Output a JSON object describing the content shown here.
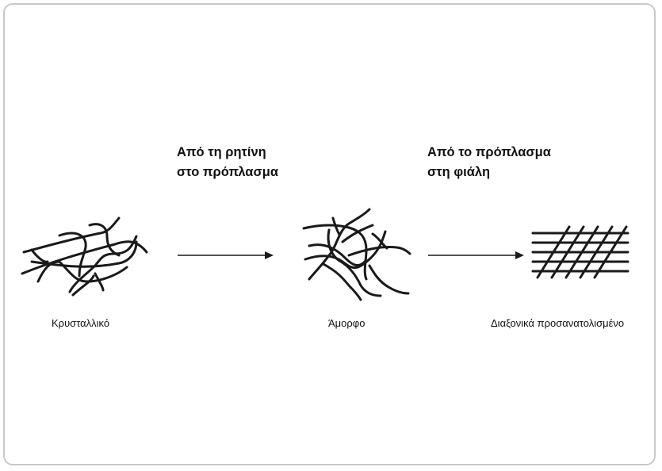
{
  "labels": {
    "step1_line1": "Από τη ρητίνη",
    "step1_line2": "στο πρόπλασμα",
    "step2_line1": "Από το πρόπλασμα",
    "step2_line2": "στη φιάλη"
  },
  "captions": {
    "crystalline": "Κρυσταλλικό",
    "amorphous": "Άμορφο",
    "biaxial": "Διαξονικά προσανατολισμένο"
  }
}
